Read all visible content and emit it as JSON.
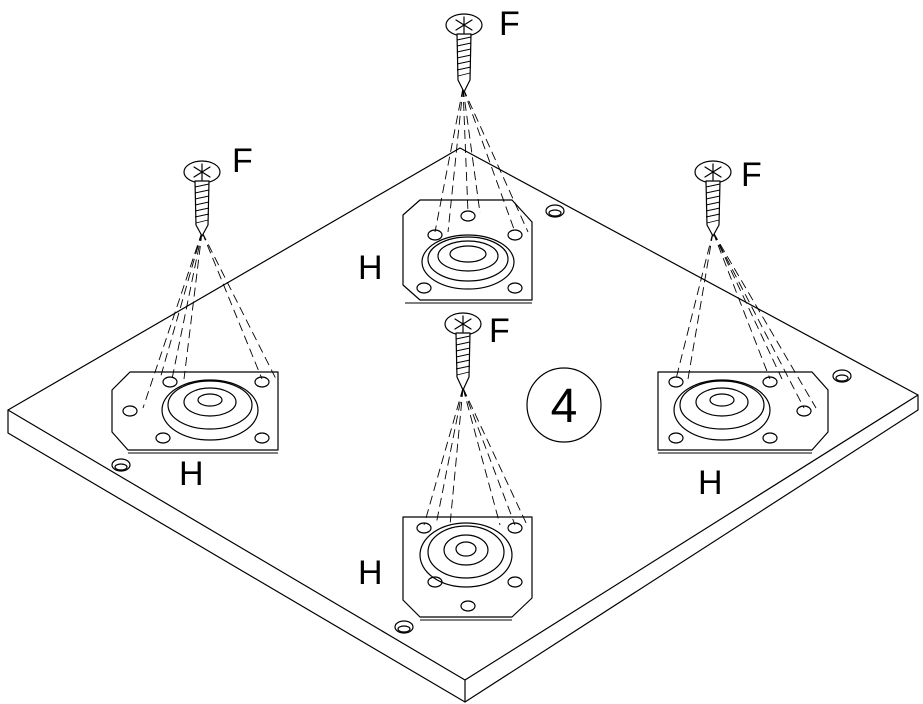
{
  "labels": {
    "screw": "F",
    "bracket": "H",
    "step_number": "4"
  },
  "colors": {
    "line": "#000000",
    "background": "#ffffff"
  }
}
